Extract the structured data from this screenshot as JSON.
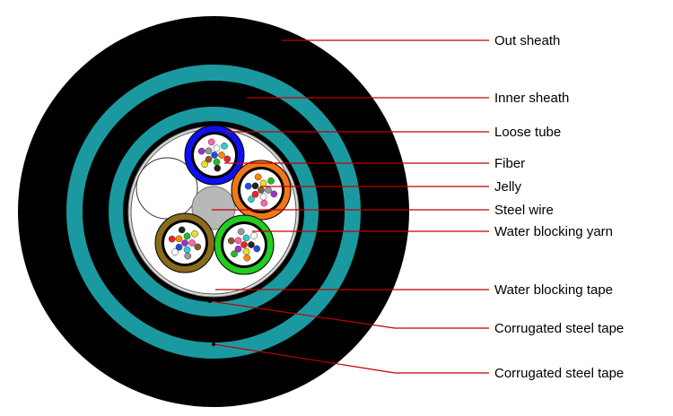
{
  "labels": [
    "Out sheath",
    "Inner sheath",
    "Loose tube",
    "Fiber",
    "Jelly",
    "Steel wire",
    "Water blocking yarn",
    "Water blocking tape",
    "Corrugated steel tape",
    "Corrugated steel tape"
  ],
  "colors": {
    "outer_sheath": "#000000",
    "steel_tape": "#1a9aa0",
    "core_background": "#ffffff",
    "steel_wire": "#b8b8b8",
    "tube_blue": "#1010ee",
    "tube_orange": "#f07818",
    "tube_green": "#22cc22",
    "tube_brown": "#8a6a1c",
    "leader_line": "#c00000",
    "fiber_colors": [
      "#1f4fd8",
      "#ff8800",
      "#22bb22",
      "#8b5a2b",
      "#999999",
      "#ffffff",
      "#ee2222",
      "#222222",
      "#f0e020",
      "#9933cc",
      "#ff66aa",
      "#33cccc"
    ]
  }
}
